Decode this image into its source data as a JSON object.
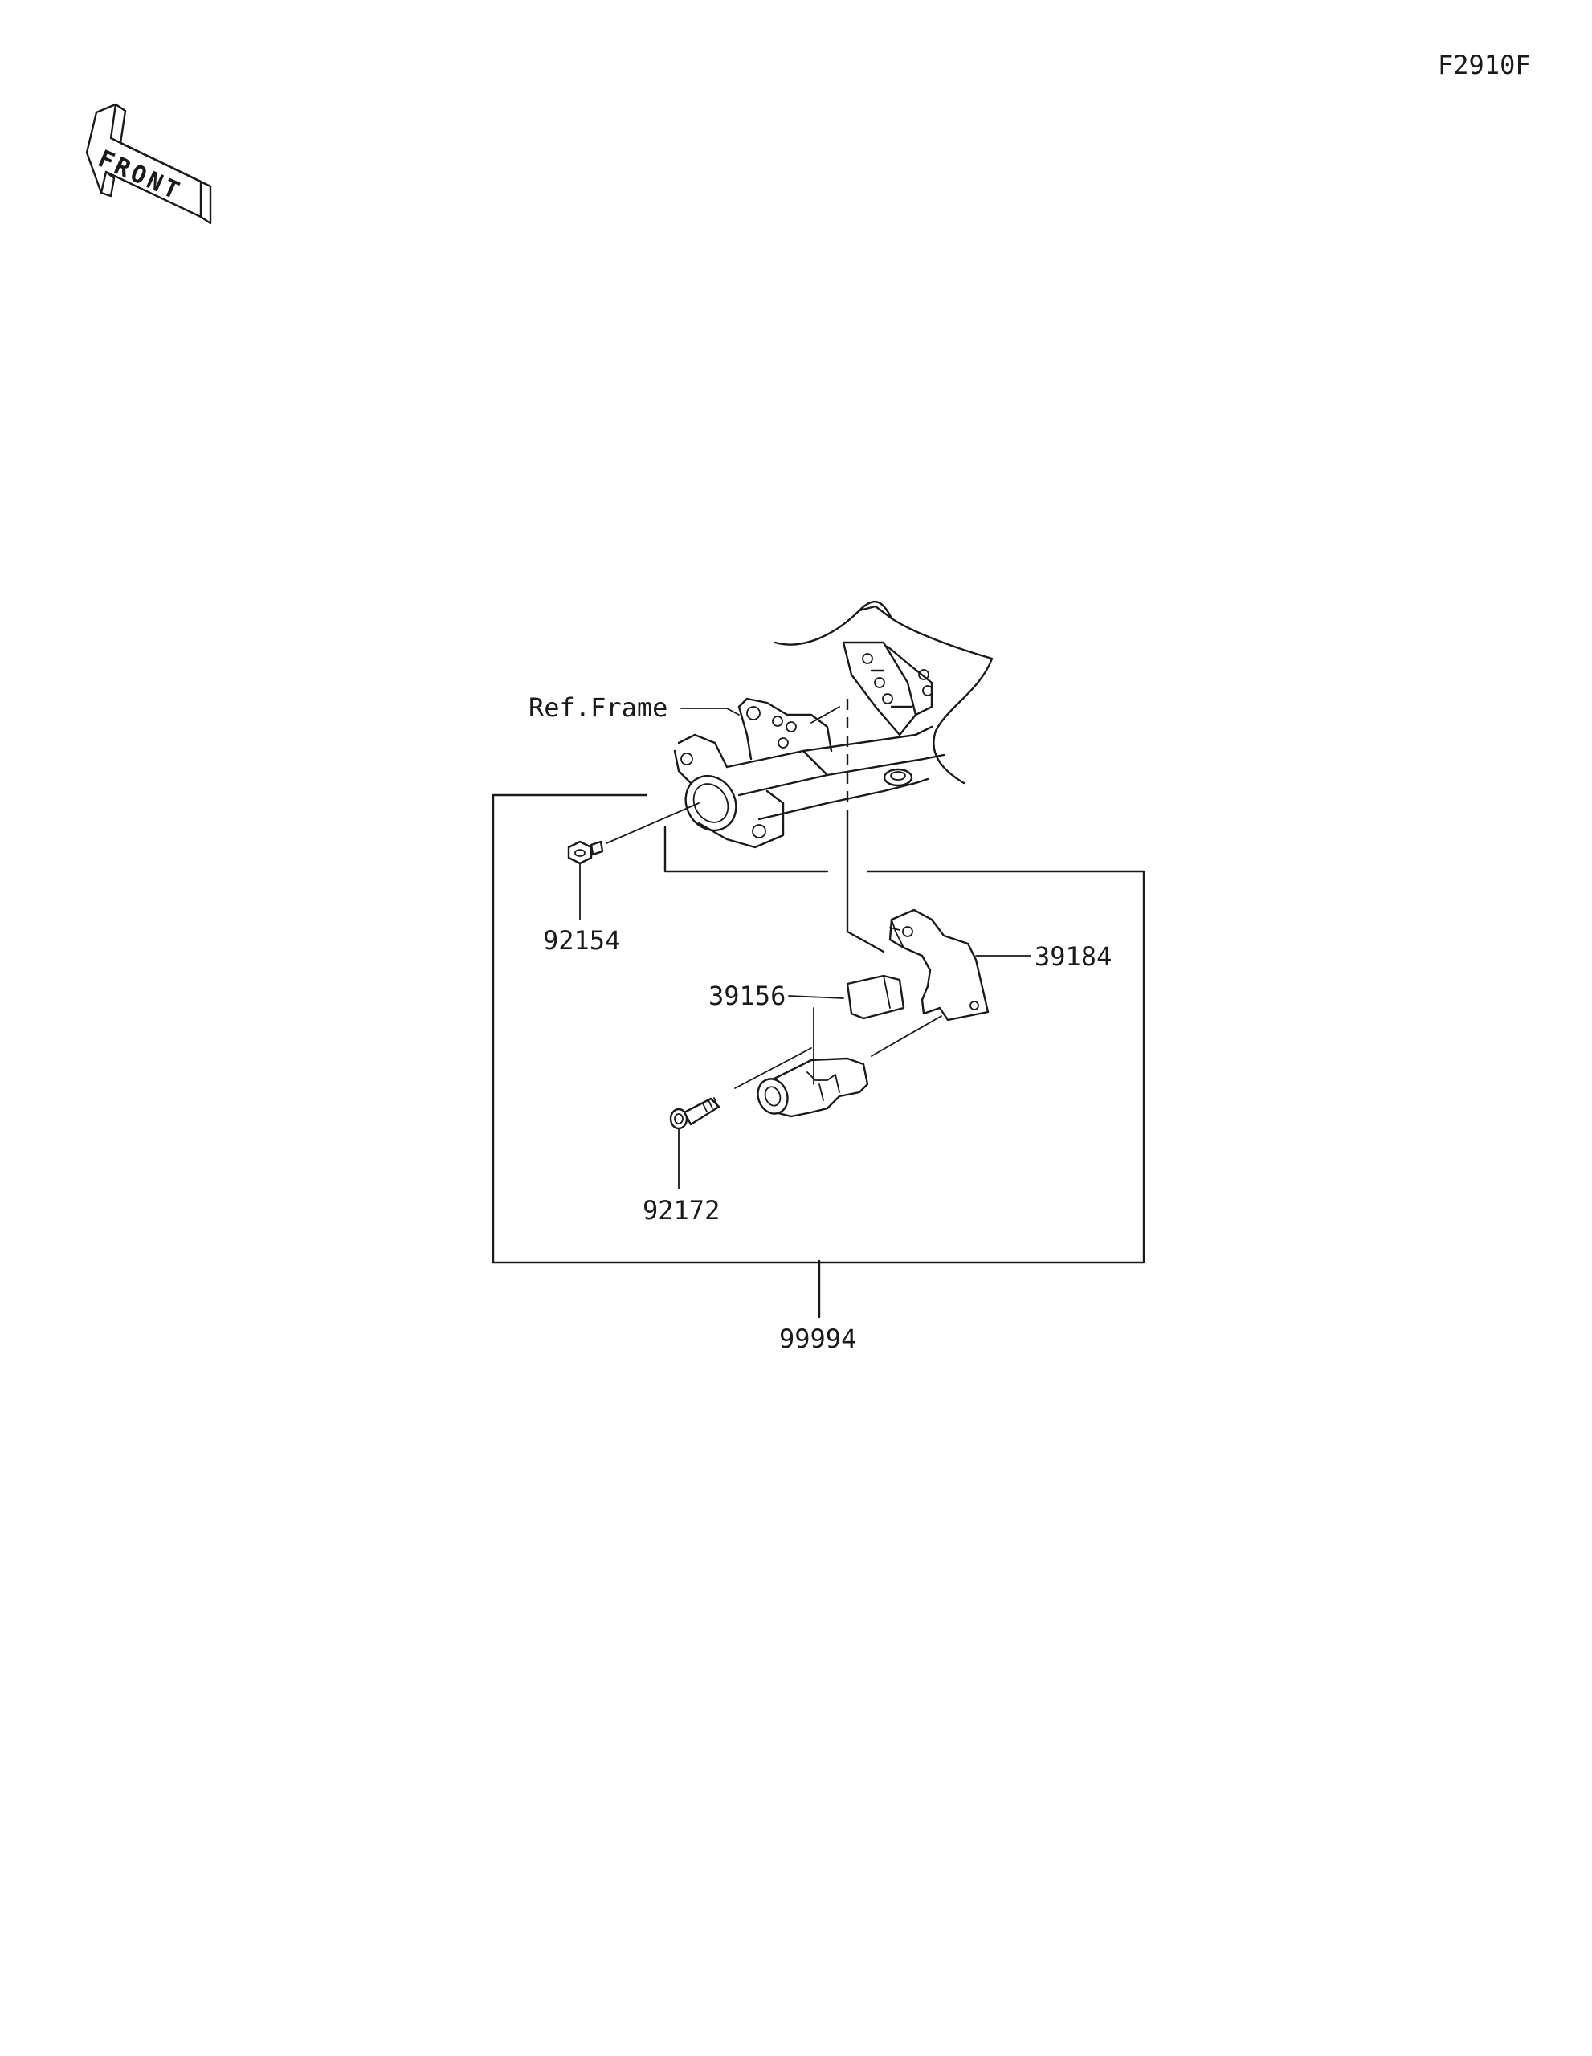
{
  "diagram_code": "F2910F",
  "front_arrow": {
    "text": "FRONT",
    "icon": "front-direction-arrow-icon"
  },
  "reference": {
    "frame": "Ref.Frame"
  },
  "parts": {
    "p92154": "92154",
    "p39184": "39184",
    "p39156": "39156",
    "p92172": "92172",
    "p99994": "99994"
  }
}
